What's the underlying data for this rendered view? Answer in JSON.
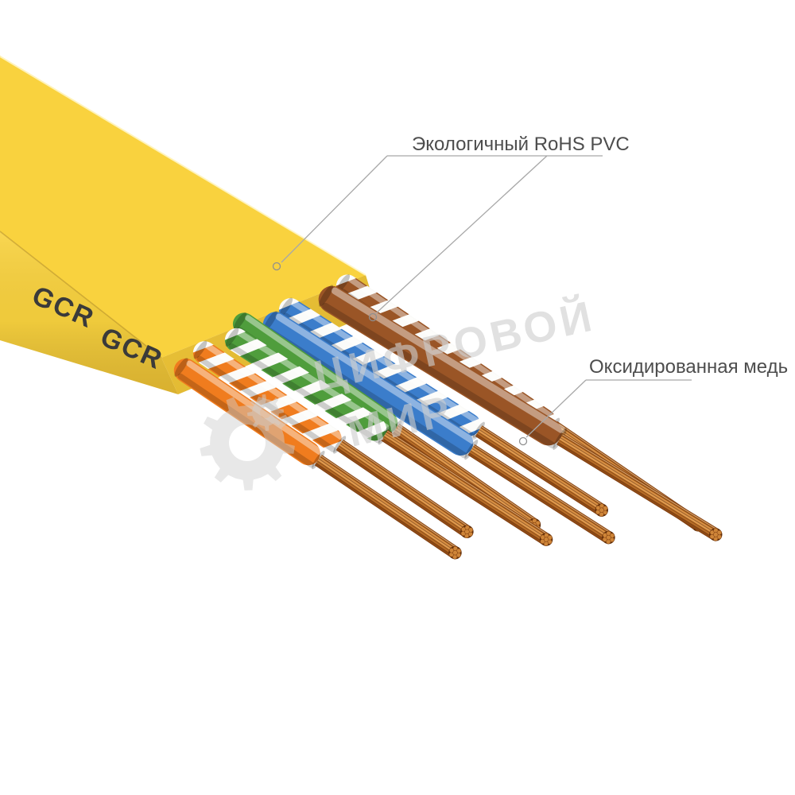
{
  "annotations": {
    "jacket_label": "Экологичный RoHS PVC",
    "copper_label": "Оксидированная медь"
  },
  "branding": {
    "cable_marking": "GCR"
  },
  "watermark": {
    "line1": "ЦИФРОВОЙ",
    "line2": "МИР",
    "icon": "gear-icon"
  },
  "colors": {
    "background": "#FFFFFF",
    "jacket_yellow": "#F9D23E",
    "jacket_marking": "#3A3A3A",
    "wire_orange": "#F07C1E",
    "wire_green": "#4F9D3C",
    "wire_blue": "#3B7DCB",
    "wire_brown": "#9A5526",
    "stripe_white": "#FBFBF9",
    "copper_light": "#EFAE62",
    "copper_mid": "#C97C2F",
    "copper_dark": "#7C3B0E",
    "label_text": "#4D4D4D",
    "leader_line": "#A8A8A8",
    "watermark_gray": "#CFCFCF"
  },
  "wires": [
    {
      "name": "brown-white-striped",
      "pair": "brown",
      "striped": true,
      "stripped": true
    },
    {
      "name": "brown-solid",
      "pair": "brown",
      "striped": false,
      "stripped": true
    },
    {
      "name": "blue-white-striped",
      "pair": "blue",
      "striped": true,
      "stripped": true
    },
    {
      "name": "blue-solid",
      "pair": "blue",
      "striped": false,
      "stripped": true
    },
    {
      "name": "green-solid",
      "pair": "green",
      "striped": false,
      "stripped": true
    },
    {
      "name": "green-white-striped",
      "pair": "green",
      "striped": true,
      "stripped": true
    },
    {
      "name": "orange-white-striped",
      "pair": "orange",
      "striped": true,
      "stripped": true
    },
    {
      "name": "orange-solid",
      "pair": "orange",
      "striped": false,
      "stripped": true
    }
  ]
}
